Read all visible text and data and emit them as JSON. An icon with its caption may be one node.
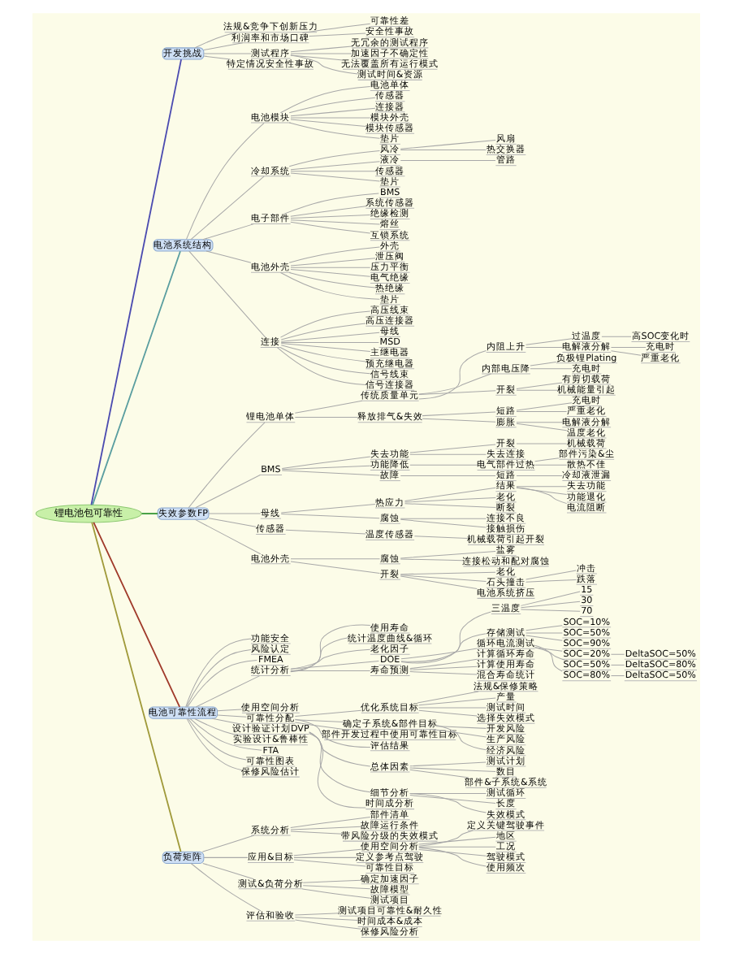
{
  "diagram": {
    "nodes": [
      {
        "text": [
          "锂电池包可靠性"
        ]
      },
      {
        "text": [
          "开发挑战"
        ]
      },
      {
        "text": [
          "法规&竞争下创新压力"
        ]
      },
      {
        "text": [
          "利润率和市场口碑"
        ]
      },
      {
        "text": [
          "可靠性差"
        ]
      },
      {
        "text": [
          "安全性事故"
        ]
      },
      {
        "text": [
          "测试程序"
        ]
      },
      {
        "text": [
          "无冗余的测试程序"
        ]
      },
      {
        "text": [
          "加速因子不确定性"
        ]
      },
      {
        "text": [
          "无法覆盖所有运行模式"
        ]
      },
      {
        "text": [
          "测试时间&资源"
        ]
      },
      {
        "text": [
          "特定情况安全性事故"
        ]
      },
      {
        "text": [
          "电池系统结构"
        ]
      },
      {
        "text": [
          "电池模块"
        ]
      },
      {
        "text": [
          "电池单体"
        ]
      },
      {
        "text": [
          "传感器"
        ]
      },
      {
        "text": [
          "连接器"
        ]
      },
      {
        "text": [
          "模块外壳"
        ]
      },
      {
        "text": [
          "模块传感器"
        ]
      },
      {
        "text": [
          "垫片"
        ]
      },
      {
        "text": [
          "冷却系统"
        ]
      },
      {
        "text": [
          "风冷"
        ]
      },
      {
        "text": [
          "风扇"
        ]
      },
      {
        "text": [
          "热交换器"
        ]
      },
      {
        "text": [
          "液冷"
        ]
      },
      {
        "text": [
          "管路"
        ]
      },
      {
        "text": [
          "传感器"
        ]
      },
      {
        "text": [
          "垫片"
        ]
      },
      {
        "text": [
          "电子部件"
        ]
      },
      {
        "text": [
          "BMS"
        ]
      },
      {
        "text": [
          "系统传感器"
        ]
      },
      {
        "text": [
          "绝缘检测"
        ]
      },
      {
        "text": [
          "熔丝"
        ]
      },
      {
        "text": [
          "互锁系统"
        ]
      },
      {
        "text": [
          "电池外壳"
        ]
      },
      {
        "text": [
          "外壳"
        ]
      },
      {
        "text": [
          "泄压阀"
        ]
      },
      {
        "text": [
          "压力平衡"
        ]
      },
      {
        "text": [
          "电气绝缘"
        ]
      },
      {
        "text": [
          "热绝缘"
        ]
      },
      {
        "text": [
          "垫片"
        ]
      },
      {
        "text": [
          "连接"
        ]
      },
      {
        "text": [
          "高压线束"
        ]
      },
      {
        "text": [
          "高压连接器"
        ]
      },
      {
        "text": [
          "母线"
        ]
      },
      {
        "text": [
          "MSD"
        ]
      },
      {
        "text": [
          "主继电器"
        ]
      },
      {
        "text": [
          "预充继电器"
        ]
      },
      {
        "text": [
          "信号线束"
        ]
      },
      {
        "text": [
          "信号连接器"
        ]
      },
      {
        "text": [
          "失效参数FP"
        ]
      },
      {
        "text": [
          "锂电池单体"
        ]
      },
      {
        "text": [
          "传统质量单元"
        ]
      },
      {
        "text": [
          "内阻上升"
        ]
      },
      {
        "text": [
          "过温度"
        ]
      },
      {
        "text": [
          "高SOC变化时"
        ]
      },
      {
        "text": [
          "电解液分解"
        ]
      },
      {
        "text": [
          "充电时"
        ]
      },
      {
        "text": [
          "严重老化"
        ]
      },
      {
        "text": [
          "内部电压降"
        ]
      },
      {
        "text": [
          "负极锂Plating"
        ]
      },
      {
        "text": [
          "充电时"
        ]
      },
      {
        "text": [
          "开裂"
        ]
      },
      {
        "text": [
          "有剪切载荷"
        ]
      },
      {
        "text": [
          "机械能量引起"
        ]
      },
      {
        "text": [
          "释放排气&失效"
        ]
      },
      {
        "text": [
          "短路"
        ]
      },
      {
        "text": [
          "充电时"
        ]
      },
      {
        "text": [
          "严重老化"
        ]
      },
      {
        "text": [
          "膨胀"
        ]
      },
      {
        "text": [
          "电解液分解"
        ]
      },
      {
        "text": [
          "温度老化"
        ]
      },
      {
        "text": [
          "BMS"
        ]
      },
      {
        "text": [
          "失去功能"
        ]
      },
      {
        "text": [
          "开裂"
        ]
      },
      {
        "text": [
          "机械载荷"
        ]
      },
      {
        "text": [
          "失去连接"
        ]
      },
      {
        "text": [
          "功能降低"
        ]
      },
      {
        "text": [
          "电气部件过热"
        ]
      },
      {
        "text": [
          "部件污染&尘"
        ]
      },
      {
        "text": [
          "散热不佳"
        ]
      },
      {
        "text": [
          "故障"
        ]
      },
      {
        "text": [
          "短路"
        ]
      },
      {
        "text": [
          "冷却液泄漏"
        ]
      },
      {
        "text": [
          "母线"
        ]
      },
      {
        "text": [
          "热应力"
        ]
      },
      {
        "text": [
          "结果"
        ]
      },
      {
        "text": [
          "失去功能"
        ]
      },
      {
        "text": [
          "功能退化"
        ]
      },
      {
        "text": [
          "电流阻断"
        ]
      },
      {
        "text": [
          "老化"
        ]
      },
      {
        "text": [
          "断裂"
        ]
      },
      {
        "text": [
          "腐蚀"
        ]
      },
      {
        "text": [
          "连接不良"
        ]
      },
      {
        "text": [
          "接触损伤"
        ]
      },
      {
        "text": [
          "传感器"
        ]
      },
      {
        "text": [
          "温度传感器"
        ]
      },
      {
        "text": [
          "机械载荷引起开裂"
        ]
      },
      {
        "text": [
          "电池外壳"
        ]
      },
      {
        "text": [
          "腐蚀"
        ]
      },
      {
        "text": [
          "盐雾"
        ]
      },
      {
        "text": [
          "连接松动和配对腐蚀"
        ]
      },
      {
        "text": [
          "开裂"
        ]
      },
      {
        "text": [
          "老化"
        ]
      },
      {
        "text": [
          "石头撞击"
        ]
      },
      {
        "text": [
          "冲击"
        ]
      },
      {
        "text": [
          "跌落"
        ]
      },
      {
        "text": [
          "电池系统挤压"
        ]
      },
      {
        "text": [
          "电池可靠性流程"
        ]
      },
      {
        "text": [
          "功能安全"
        ]
      },
      {
        "text": [
          "风险认定"
        ]
      },
      {
        "text": [
          "FMEA"
        ]
      },
      {
        "text": [
          "统计分析"
        ]
      },
      {
        "text": [
          "使用寿命"
        ]
      },
      {
        "text": [
          "统计温度曲线&循环"
        ]
      },
      {
        "text": [
          "老化因子"
        ]
      },
      {
        "text": [
          "DOE"
        ]
      },
      {
        "text": [
          "三温度"
        ]
      },
      {
        "text": [
          "15"
        ]
      },
      {
        "text": [
          "30"
        ]
      },
      {
        "text": [
          "70"
        ]
      },
      {
        "text": [
          "存储测试"
        ]
      },
      {
        "text": [
          "SOC=10%"
        ]
      },
      {
        "text": [
          "SOC=50%"
        ]
      },
      {
        "text": [
          "SOC=90%"
        ]
      },
      {
        "text": [
          "循环电流测试"
        ]
      },
      {
        "text": [
          "SOC=20%"
        ]
      },
      {
        "text": [
          "DeltaSOC=50%"
        ]
      },
      {
        "text": [
          "SOC=50%"
        ]
      },
      {
        "text": [
          "DeltaSOC=80%"
        ]
      },
      {
        "text": [
          "SOC=80%"
        ]
      },
      {
        "text": [
          "DeltaSOC=50%"
        ]
      },
      {
        "text": [
          "寿命预测"
        ]
      },
      {
        "text": [
          "计算循环寿命"
        ]
      },
      {
        "text": [
          "计算使用寿命"
        ]
      },
      {
        "text": [
          "混合寿命统计"
        ]
      },
      {
        "text": [
          "使用空间分析"
        ]
      },
      {
        "text": [
          "可靠性分配"
        ]
      },
      {
        "text": [
          "优化系统目标"
        ]
      },
      {
        "text": [
          "法规&保修策略"
        ]
      },
      {
        "text": [
          "产量"
        ]
      },
      {
        "text": [
          "测试时间"
        ]
      },
      {
        "text": [
          "选择失效模式"
        ]
      },
      {
        "text": [
          "确定子系统&部件目标"
        ]
      },
      {
        "text": [
          "开发风险"
        ]
      },
      {
        "text": [
          "生产风险"
        ]
      },
      {
        "text": [
          "经济风险"
        ]
      },
      {
        "text": [
          "部件开发过程中使用可靠性目标"
        ]
      },
      {
        "text": [
          "评估结果"
        ]
      },
      {
        "text": [
          "设计验证计划DVP"
        ]
      },
      {
        "text": [
          "总体因素"
        ]
      },
      {
        "text": [
          "测试计划"
        ]
      },
      {
        "text": [
          "数目"
        ]
      },
      {
        "text": [
          "部件&子系统&系统"
        ]
      },
      {
        "text": [
          "细节分析"
        ]
      },
      {
        "text": [
          "测试循环"
        ]
      },
      {
        "text": [
          "长度"
        ]
      },
      {
        "text": [
          "失效模式"
        ]
      },
      {
        "text": [
          "时间成分析"
        ]
      },
      {
        "text": [
          "实验设计&鲁棒性"
        ]
      },
      {
        "text": [
          "FTA"
        ]
      },
      {
        "text": [
          "可靠性图表"
        ]
      },
      {
        "text": [
          "保修风险估计"
        ]
      },
      {
        "text": [
          "负荷矩阵"
        ]
      },
      {
        "text": [
          "系统分析"
        ]
      },
      {
        "text": [
          "部件清单"
        ]
      },
      {
        "text": [
          "故障运行条件"
        ]
      },
      {
        "text": [
          "带风险分级的失效模式"
        ]
      },
      {
        "text": [
          "应用&目标"
        ]
      },
      {
        "text": [
          "使用空间分析"
        ]
      },
      {
        "text": [
          "定义关键驾驶事件"
        ]
      },
      {
        "text": [
          "地区"
        ]
      },
      {
        "text": [
          "工况"
        ]
      },
      {
        "text": [
          "驾驶模式"
        ]
      },
      {
        "text": [
          "使用频次"
        ]
      },
      {
        "text": [
          "定义参考点驾驶"
        ]
      },
      {
        "text": [
          "可靠性目标"
        ]
      },
      {
        "text": [
          "测试&负荷分析"
        ]
      },
      {
        "text": [
          "确定加速因子"
        ]
      },
      {
        "text": [
          "故障模型"
        ]
      },
      {
        "text": [
          "测试项目"
        ]
      },
      {
        "text": [
          "评估和验收"
        ]
      },
      {
        "text": [
          "测试项目可靠性&耐久性"
        ]
      },
      {
        "text": [
          "时间成本&成本"
        ]
      },
      {
        "text": [
          "保修风险分析"
        ]
      }
    ],
    "edges": [
      {
        "from": 0,
        "to": 1,
        "arrow": "none",
        "color": "#4b4bb0"
      },
      {
        "from": 1,
        "to": 2,
        "arrow": "none"
      },
      {
        "from": 1,
        "to": 3,
        "arrow": "none"
      },
      {
        "from": 3,
        "to": 4,
        "arrow": "none"
      },
      {
        "from": 3,
        "to": 5,
        "arrow": "none"
      },
      {
        "from": 1,
        "to": 6,
        "arrow": "none"
      },
      {
        "from": 6,
        "to": 7,
        "arrow": "none"
      },
      {
        "from": 6,
        "to": 8,
        "arrow": "none"
      },
      {
        "from": 6,
        "to": 9,
        "arrow": "none"
      },
      {
        "from": 6,
        "to": 10,
        "arrow": "none"
      },
      {
        "from": 1,
        "to": 11,
        "arrow": "none"
      },
      {
        "from": 0,
        "to": 12,
        "arrow": "none",
        "color": "#5a9ea0"
      },
      {
        "from": 12,
        "to": 13,
        "arrow": "none"
      },
      {
        "from": 13,
        "to": 14,
        "arrow": "none"
      },
      {
        "from": 13,
        "to": 15,
        "arrow": "none"
      },
      {
        "from": 13,
        "to": 16,
        "arrow": "none"
      },
      {
        "from": 13,
        "to": 17,
        "arrow": "none"
      },
      {
        "from": 13,
        "to": 18,
        "arrow": "none"
      },
      {
        "from": 13,
        "to": 19,
        "arrow": "none"
      },
      {
        "from": 12,
        "to": 20,
        "arrow": "none"
      },
      {
        "from": 20,
        "to": 21,
        "arrow": "none"
      },
      {
        "from": 21,
        "to": 22,
        "arrow": "none"
      },
      {
        "from": 21,
        "to": 23,
        "arrow": "none"
      },
      {
        "from": 20,
        "to": 24,
        "arrow": "none"
      },
      {
        "from": 24,
        "to": 25,
        "arrow": "none"
      },
      {
        "from": 20,
        "to": 26,
        "arrow": "none"
      },
      {
        "from": 20,
        "to": 27,
        "arrow": "none"
      },
      {
        "from": 12,
        "to": 28,
        "arrow": "none"
      },
      {
        "from": 28,
        "to": 29,
        "arrow": "none"
      },
      {
        "from": 28,
        "to": 30,
        "arrow": "none"
      },
      {
        "from": 28,
        "to": 31,
        "arrow": "none"
      },
      {
        "from": 28,
        "to": 32,
        "arrow": "none"
      },
      {
        "from": 28,
        "to": 33,
        "arrow": "none"
      },
      {
        "from": 12,
        "to": 34,
        "arrow": "none"
      },
      {
        "from": 34,
        "to": 35,
        "arrow": "none"
      },
      {
        "from": 34,
        "to": 36,
        "arrow": "none"
      },
      {
        "from": 34,
        "to": 37,
        "arrow": "none"
      },
      {
        "from": 34,
        "to": 38,
        "arrow": "none"
      },
      {
        "from": 34,
        "to": 39,
        "arrow": "none"
      },
      {
        "from": 34,
        "to": 40,
        "arrow": "none"
      },
      {
        "from": 12,
        "to": 41,
        "arrow": "none"
      },
      {
        "from": 41,
        "to": 42,
        "arrow": "none"
      },
      {
        "from": 41,
        "to": 43,
        "arrow": "none"
      },
      {
        "from": 41,
        "to": 44,
        "arrow": "none"
      },
      {
        "from": 41,
        "to": 45,
        "arrow": "none"
      },
      {
        "from": 41,
        "to": 46,
        "arrow": "none"
      },
      {
        "from": 41,
        "to": 47,
        "arrow": "none"
      },
      {
        "from": 41,
        "to": 48,
        "arrow": "none"
      },
      {
        "from": 41,
        "to": 49,
        "arrow": "none"
      },
      {
        "from": 0,
        "to": 50,
        "arrow": "none",
        "color": "#3a9a3a"
      },
      {
        "from": 50,
        "to": 51,
        "arrow": "none"
      },
      {
        "from": 51,
        "to": 52,
        "arrow": "none"
      },
      {
        "from": 52,
        "to": 53,
        "arrow": "none"
      },
      {
        "from": 53,
        "to": 54,
        "arrow": "none"
      },
      {
        "from": 54,
        "to": 55,
        "arrow": "none"
      },
      {
        "from": 53,
        "to": 56,
        "arrow": "none"
      },
      {
        "from": 56,
        "to": 57,
        "arrow": "none"
      },
      {
        "from": 56,
        "to": 58,
        "arrow": "none"
      },
      {
        "from": 52,
        "to": 59,
        "arrow": "none"
      },
      {
        "from": 59,
        "to": 60,
        "arrow": "none"
      },
      {
        "from": 59,
        "to": 61,
        "arrow": "none"
      },
      {
        "from": 52,
        "to": 62,
        "arrow": "none"
      },
      {
        "from": 62,
        "to": 63,
        "arrow": "none"
      },
      {
        "from": 62,
        "to": 64,
        "arrow": "none"
      },
      {
        "from": 51,
        "to": 65,
        "arrow": "none"
      },
      {
        "from": 65,
        "to": 66,
        "arrow": "none"
      },
      {
        "from": 66,
        "to": 67,
        "arrow": "none"
      },
      {
        "from": 66,
        "to": 68,
        "arrow": "none"
      },
      {
        "from": 65,
        "to": 69,
        "arrow": "none"
      },
      {
        "from": 69,
        "to": 70,
        "arrow": "none"
      },
      {
        "from": 69,
        "to": 71,
        "arrow": "none"
      },
      {
        "from": 50,
        "to": 72,
        "arrow": "none"
      },
      {
        "from": 72,
        "to": 73,
        "arrow": "none"
      },
      {
        "from": 73,
        "to": 74,
        "arrow": "none"
      },
      {
        "from": 74,
        "to": 75,
        "arrow": "none"
      },
      {
        "from": 73,
        "to": 76,
        "arrow": "none"
      },
      {
        "from": 72,
        "to": 77,
        "arrow": "none"
      },
      {
        "from": 77,
        "to": 78,
        "arrow": "none"
      },
      {
        "from": 78,
        "to": 79,
        "arrow": "none"
      },
      {
        "from": 78,
        "to": 80,
        "arrow": "none"
      },
      {
        "from": 72,
        "to": 81,
        "arrow": "none"
      },
      {
        "from": 81,
        "to": 82,
        "arrow": "none"
      },
      {
        "from": 82,
        "to": 83,
        "arrow": "none"
      },
      {
        "from": 50,
        "to": 84,
        "arrow": "none"
      },
      {
        "from": 84,
        "to": 85,
        "arrow": "none"
      },
      {
        "from": 85,
        "to": 86,
        "arrow": "none"
      },
      {
        "from": 86,
        "to": 87,
        "arrow": "none"
      },
      {
        "from": 86,
        "to": 88,
        "arrow": "none"
      },
      {
        "from": 86,
        "to": 89,
        "arrow": "none"
      },
      {
        "from": 85,
        "to": 90,
        "arrow": "none"
      },
      {
        "from": 85,
        "to": 91,
        "arrow": "none"
      },
      {
        "from": 84,
        "to": 92,
        "arrow": "none"
      },
      {
        "from": 92,
        "to": 93,
        "arrow": "none"
      },
      {
        "from": 92,
        "to": 94,
        "arrow": "none"
      },
      {
        "from": 50,
        "to": 95,
        "arrow": "none"
      },
      {
        "from": 95,
        "to": 96,
        "arrow": "none"
      },
      {
        "from": 96,
        "to": 97,
        "arrow": "none"
      },
      {
        "from": 50,
        "to": 98,
        "arrow": "none"
      },
      {
        "from": 98,
        "to": 99,
        "arrow": "none"
      },
      {
        "from": 99,
        "to": 100,
        "arrow": "none"
      },
      {
        "from": 99,
        "to": 101,
        "arrow": "none"
      },
      {
        "from": 98,
        "to": 102,
        "arrow": "none"
      },
      {
        "from": 102,
        "to": 103,
        "arrow": "none"
      },
      {
        "from": 102,
        "to": 104,
        "arrow": "none"
      },
      {
        "from": 104,
        "to": 105,
        "arrow": "none"
      },
      {
        "from": 104,
        "to": 106,
        "arrow": "none"
      },
      {
        "from": 102,
        "to": 107,
        "arrow": "none"
      },
      {
        "from": 0,
        "to": 108,
        "arrow": "none",
        "color": "#a03a2a"
      },
      {
        "from": 108,
        "to": 109,
        "arrow": "none"
      },
      {
        "from": 108,
        "to": 110,
        "arrow": "none"
      },
      {
        "from": 108,
        "to": 111,
        "arrow": "none"
      },
      {
        "from": 108,
        "to": 112,
        "arrow": "none"
      },
      {
        "from": 112,
        "to": 113,
        "arrow": "none"
      },
      {
        "from": 112,
        "to": 114,
        "arrow": "none"
      },
      {
        "from": 112,
        "to": 115,
        "arrow": "none"
      },
      {
        "from": 112,
        "to": 116,
        "arrow": "none"
      },
      {
        "from": 116,
        "to": 117,
        "arrow": "none"
      },
      {
        "from": 117,
        "to": 118,
        "arrow": "none"
      },
      {
        "from": 117,
        "to": 119,
        "arrow": "none"
      },
      {
        "from": 117,
        "to": 120,
        "arrow": "none"
      },
      {
        "from": 116,
        "to": 121,
        "arrow": "none"
      },
      {
        "from": 121,
        "to": 122,
        "arrow": "none"
      },
      {
        "from": 121,
        "to": 123,
        "arrow": "none"
      },
      {
        "from": 121,
        "to": 124,
        "arrow": "none"
      },
      {
        "from": 116,
        "to": 125,
        "arrow": "none"
      },
      {
        "from": 125,
        "to": 126,
        "arrow": "none"
      },
      {
        "from": 126,
        "to": 127,
        "arrow": "none"
      },
      {
        "from": 125,
        "to": 128,
        "arrow": "none"
      },
      {
        "from": 128,
        "to": 129,
        "arrow": "none"
      },
      {
        "from": 125,
        "to": 130,
        "arrow": "none"
      },
      {
        "from": 130,
        "to": 131,
        "arrow": "none"
      },
      {
        "from": 112,
        "to": 132,
        "arrow": "none"
      },
      {
        "from": 132,
        "to": 133,
        "arrow": "none"
      },
      {
        "from": 132,
        "to": 134,
        "arrow": "none"
      },
      {
        "from": 132,
        "to": 135,
        "arrow": "none"
      },
      {
        "from": 108,
        "to": 136,
        "arrow": "none"
      },
      {
        "from": 108,
        "to": 137,
        "arrow": "none"
      },
      {
        "from": 137,
        "to": 138,
        "arrow": "none"
      },
      {
        "from": 138,
        "to": 139,
        "arrow": "none"
      },
      {
        "from": 138,
        "to": 140,
        "arrow": "none"
      },
      {
        "from": 138,
        "to": 141,
        "arrow": "none"
      },
      {
        "from": 138,
        "to": 142,
        "arrow": "none"
      },
      {
        "from": 137,
        "to": 143,
        "arrow": "none"
      },
      {
        "from": 143,
        "to": 144,
        "arrow": "none"
      },
      {
        "from": 143,
        "to": 145,
        "arrow": "none"
      },
      {
        "from": 143,
        "to": 146,
        "arrow": "none"
      },
      {
        "from": 137,
        "to": 147,
        "arrow": "none"
      },
      {
        "from": 137,
        "to": 148,
        "arrow": "none"
      },
      {
        "from": 108,
        "to": 149,
        "arrow": "none"
      },
      {
        "from": 149,
        "to": 150,
        "arrow": "none"
      },
      {
        "from": 150,
        "to": 151,
        "arrow": "none"
      },
      {
        "from": 150,
        "to": 152,
        "arrow": "none"
      },
      {
        "from": 150,
        "to": 153,
        "arrow": "none"
      },
      {
        "from": 149,
        "to": 154,
        "arrow": "none"
      },
      {
        "from": 154,
        "to": 155,
        "arrow": "none"
      },
      {
        "from": 154,
        "to": 156,
        "arrow": "none"
      },
      {
        "from": 154,
        "to": 157,
        "arrow": "none"
      },
      {
        "from": 149,
        "to": 158,
        "arrow": "none"
      },
      {
        "from": 108,
        "to": 159,
        "arrow": "none"
      },
      {
        "from": 108,
        "to": 160,
        "arrow": "none"
      },
      {
        "from": 108,
        "to": 161,
        "arrow": "none"
      },
      {
        "from": 108,
        "to": 162,
        "arrow": "none"
      },
      {
        "from": 0,
        "to": 163,
        "arrow": "none",
        "color": "#a09a3a"
      },
      {
        "from": 163,
        "to": 164,
        "arrow": "none"
      },
      {
        "from": 164,
        "to": 165,
        "arrow": "none"
      },
      {
        "from": 164,
        "to": 166,
        "arrow": "none"
      },
      {
        "from": 164,
        "to": 167,
        "arrow": "none"
      },
      {
        "from": 163,
        "to": 168,
        "arrow": "none"
      },
      {
        "from": 168,
        "to": 169,
        "arrow": "none"
      },
      {
        "from": 169,
        "to": 170,
        "arrow": "none"
      },
      {
        "from": 169,
        "to": 171,
        "arrow": "none"
      },
      {
        "from": 169,
        "to": 172,
        "arrow": "none"
      },
      {
        "from": 169,
        "to": 173,
        "arrow": "none"
      },
      {
        "from": 169,
        "to": 174,
        "arrow": "none"
      },
      {
        "from": 168,
        "to": 175,
        "arrow": "none"
      },
      {
        "from": 168,
        "to": 176,
        "arrow": "none"
      },
      {
        "from": 163,
        "to": 177,
        "arrow": "none"
      },
      {
        "from": 177,
        "to": 178,
        "arrow": "none"
      },
      {
        "from": 177,
        "to": 179,
        "arrow": "none"
      },
      {
        "from": 177,
        "to": 180,
        "arrow": "none"
      },
      {
        "from": 163,
        "to": 181,
        "arrow": "none"
      },
      {
        "from": 181,
        "to": 182,
        "arrow": "none"
      },
      {
        "from": 181,
        "to": 183,
        "arrow": "none"
      },
      {
        "from": 181,
        "to": 184,
        "arrow": "none"
      }
    ]
  }
}
